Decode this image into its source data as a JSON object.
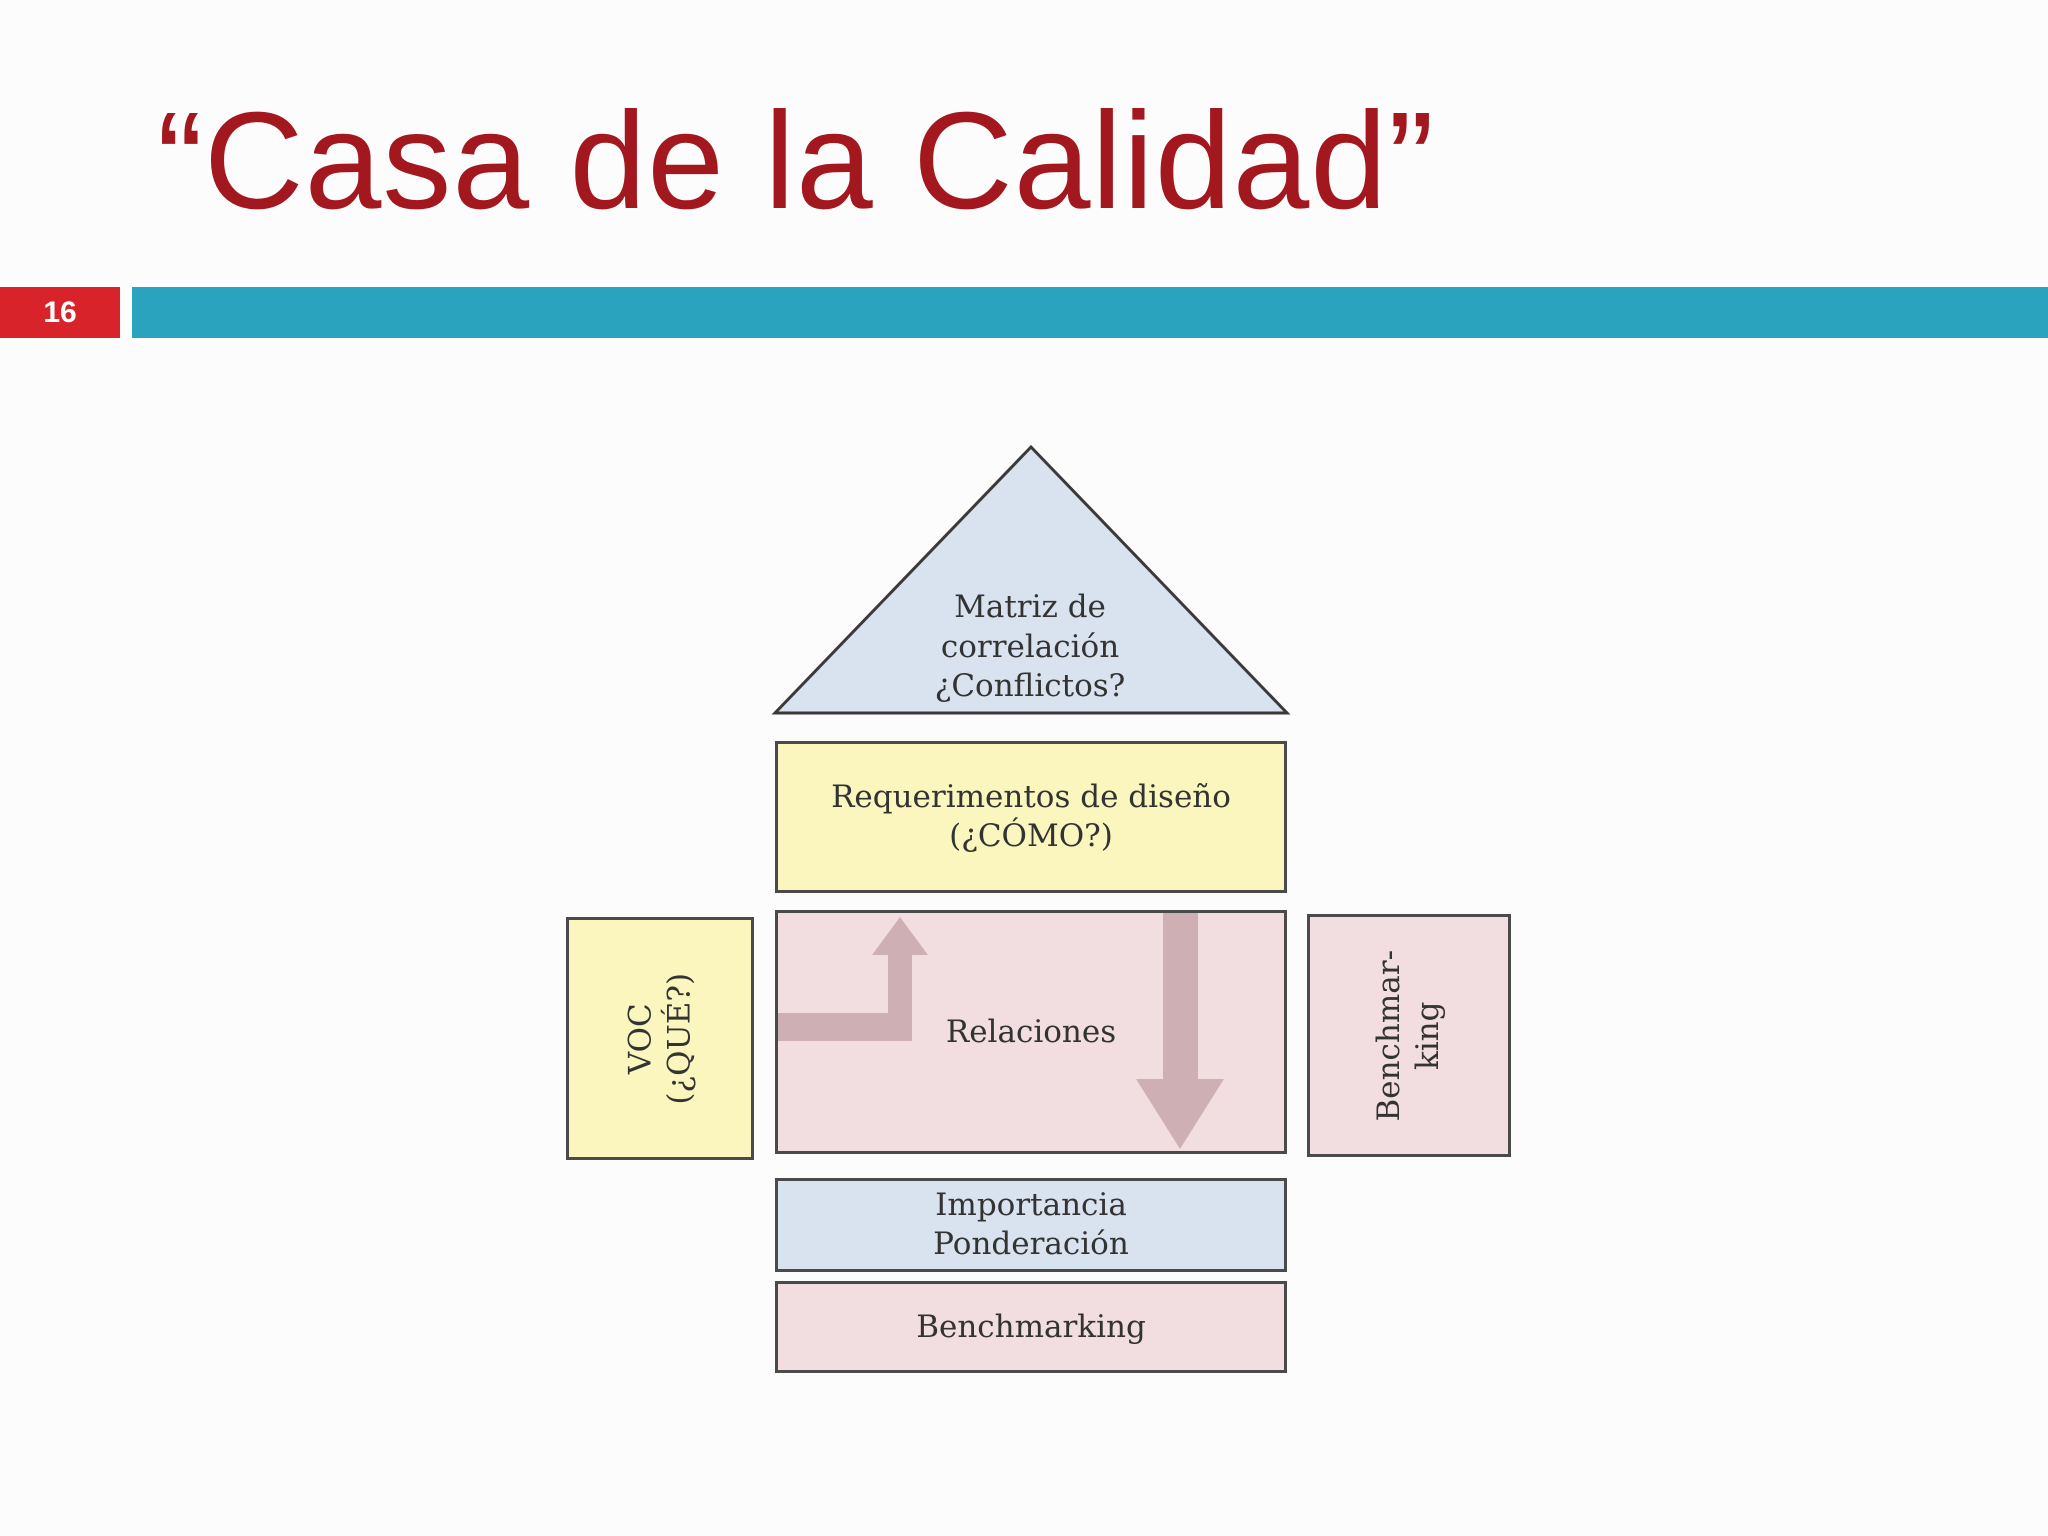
{
  "slide": {
    "title": "“Casa de la Calidad”",
    "number": "16"
  },
  "diagram": {
    "roof": "Matriz de\ncorrelación\n¿Conflictos?",
    "design_requirements": "Requerimentos de diseño\n(¿CÓMO?)",
    "voc": "VOC (¿QUÉ?)",
    "relations": "Relaciones",
    "benchmarking_side": "Benchmar-\nking",
    "importance": "Importancia\nPonderación",
    "benchmarking_bottom": "Benchmarking"
  },
  "colors": {
    "title": "#a3181f",
    "number_box": "#d8232a",
    "rule": "#2aa3bf",
    "yellow": "#faf6bd",
    "pink": "#f2dde0",
    "blue": "#d9e3ef"
  }
}
